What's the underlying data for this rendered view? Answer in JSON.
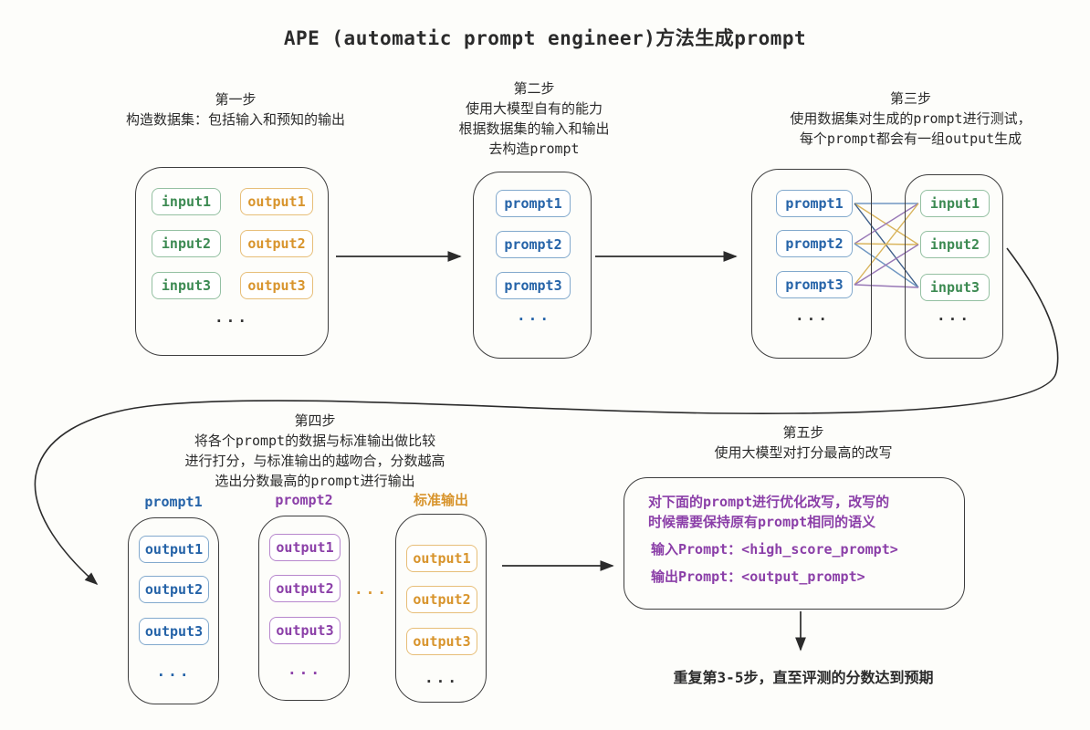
{
  "title": "APE (automatic prompt engineer)方法生成prompt",
  "colors": {
    "input_green": "#3c8a52",
    "output_orange": "#d8942c",
    "prompt_blue": "#2563a8",
    "purple": "#8b3fa8",
    "outline": "#3d3d3d",
    "line_blue": "#7097c2",
    "line_yellow": "#d9b45c",
    "line_purple": "#9878b6"
  },
  "steps": {
    "step1": {
      "heading": [
        "第一步",
        "构造数据集：包括输入和预知的输出"
      ],
      "inputs": [
        "input1",
        "input2",
        "input3"
      ],
      "outputs": [
        "output1",
        "output2",
        "output3"
      ],
      "ellipsis": "..."
    },
    "step2": {
      "heading": [
        "第二步",
        "使用大模型自有的能力",
        "根据数据集的输入和输出",
        "去构造prompt"
      ],
      "prompts": [
        "prompt1",
        "prompt2",
        "prompt3"
      ],
      "ellipsis": "..."
    },
    "step3": {
      "heading": [
        "第三步",
        "使用数据集对生成的prompt进行测试，",
        "每个prompt都会有一组output生成"
      ],
      "prompts": [
        "prompt1",
        "prompt2",
        "prompt3"
      ],
      "inputs": [
        "input1",
        "input2",
        "input3"
      ],
      "ellipsis_left": "...",
      "ellipsis_right": "..."
    },
    "step4": {
      "heading": [
        "第四步",
        "将各个prompt的数据与标准输出做比较",
        "进行打分，与标准输出的越吻合，分数越高",
        "选出分数最高的prompt进行输出"
      ],
      "columns": [
        {
          "title": "prompt1",
          "outputs": [
            "output1",
            "output2",
            "output3"
          ],
          "ellipsis": "..."
        },
        {
          "title": "prompt2",
          "outputs": [
            "output1",
            "output2",
            "output3"
          ],
          "ellipsis": "..."
        },
        {
          "title": "标准输出",
          "outputs": [
            "output1",
            "output2",
            "output3"
          ],
          "ellipsis": "..."
        }
      ],
      "between_ellipsis": "..."
    },
    "step5": {
      "heading": [
        "第五步",
        "使用大模型对打分最高的改写"
      ],
      "box_lines": [
        "对下面的prompt进行优化改写，改写的",
        "时候需要保持原有prompt相同的语义",
        "输入Prompt：<high_score_prompt>",
        "输出Prompt：<output_prompt>"
      ]
    }
  },
  "footer": "重复第3-5步，直至评测的分数达到预期"
}
